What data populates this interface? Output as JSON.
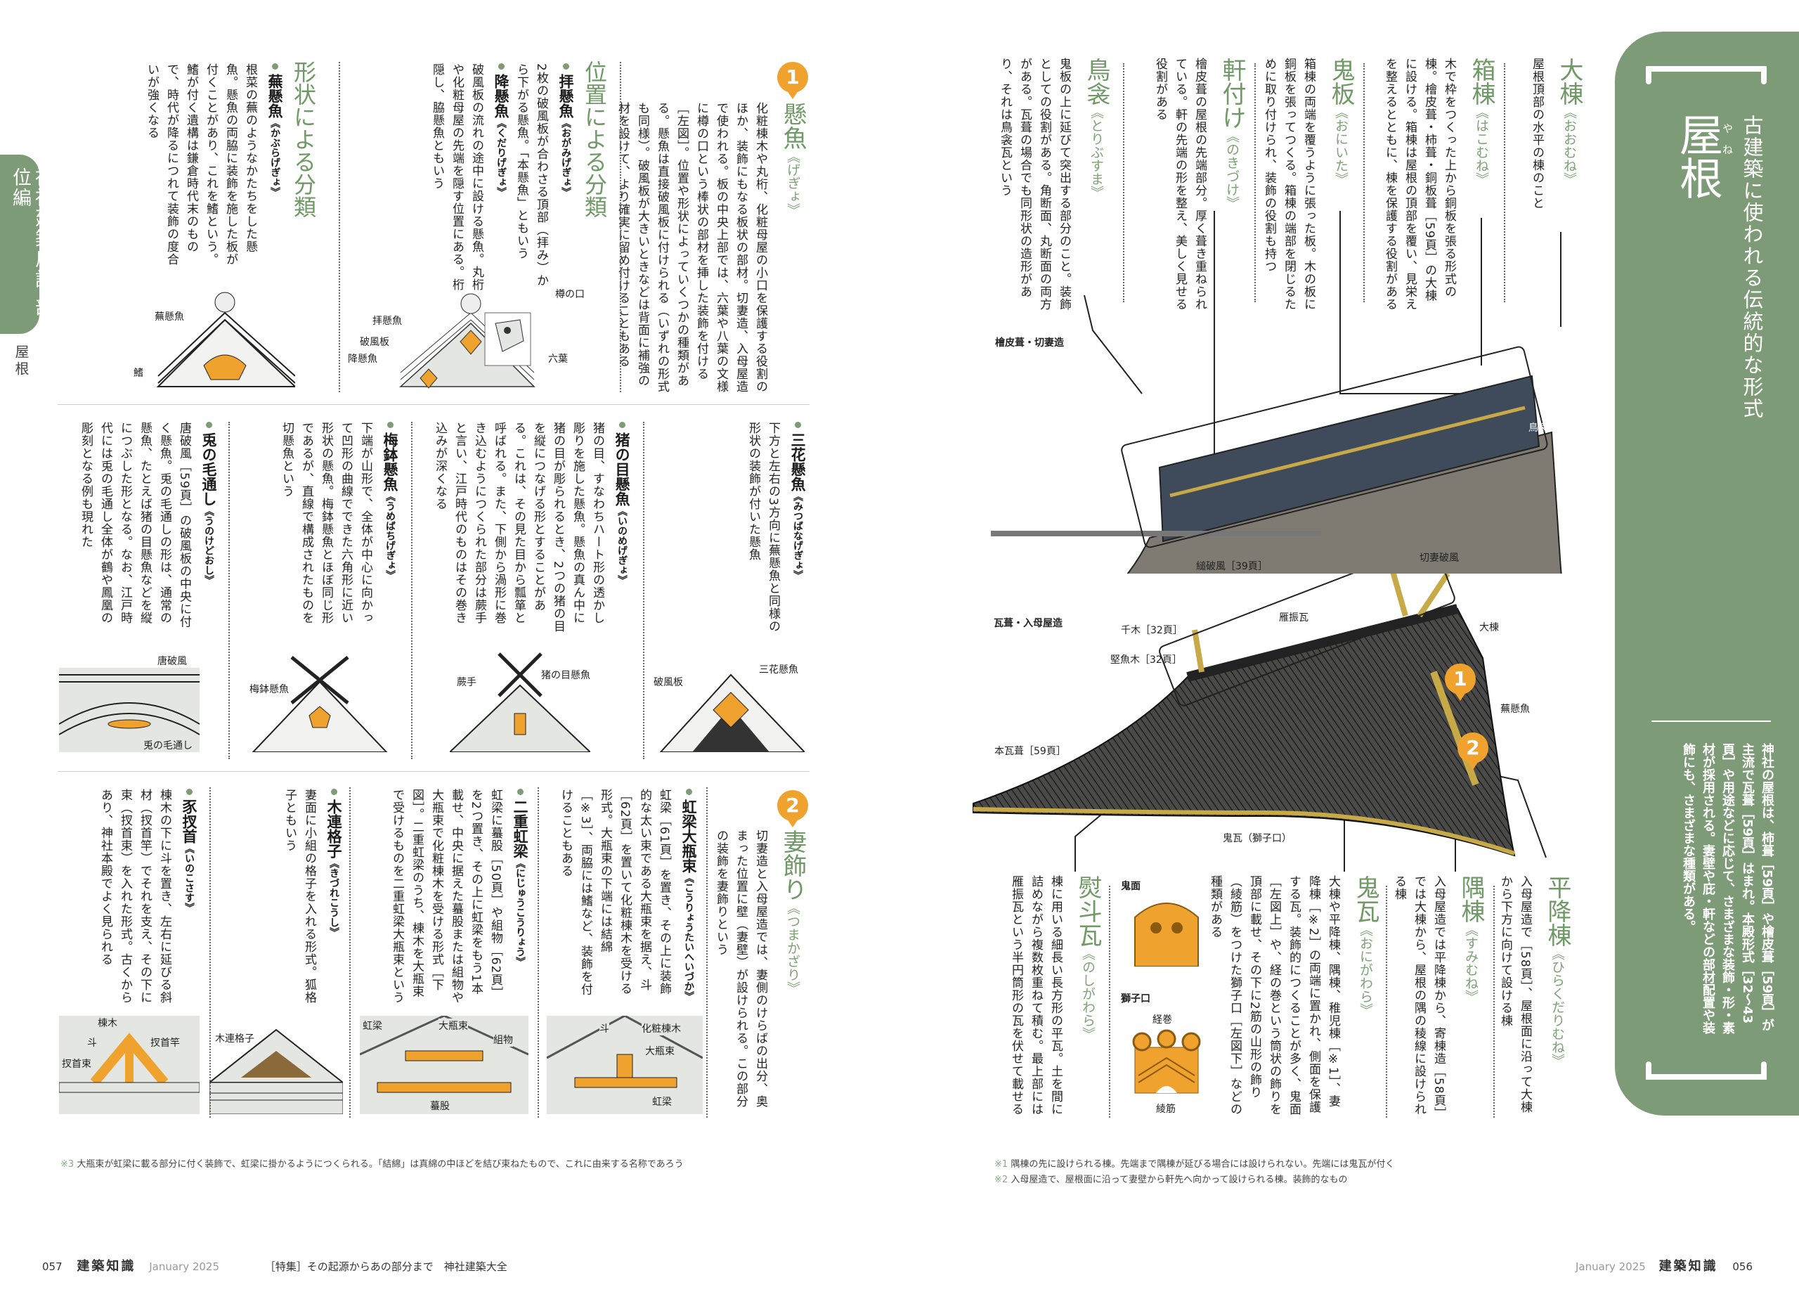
{
  "left": {
    "side_tab": {
      "label": "神社建築用語 部位編",
      "sub": "屋根"
    },
    "gegyo": {
      "number": "1",
      "title": "懸魚",
      "reading": "《げぎょ》",
      "body": "化粧棟木や丸桁、化粧母屋の小口を保護する役割のほか、装飾にもなる板状の部材。切妻造、入母屋造で使われる。板の中央上部では、六葉や八葉の文様に樽の口という棒状の部材を挿した装飾を付ける［左図］。位置や形状によっていくつかの種類がある。懸魚は直接破風板に付けられる（いずれの形式も同様）。破風板が大きいときなどは背面に補強の材を設けて、より確実に留め付けることもある"
    },
    "position_class": {
      "title": "位置による分類",
      "items": [
        {
          "title": "拝懸魚",
          "reading": "《おがみげぎょ》",
          "body": "2枚の破風板が合わさる頂部（拝み）から下がる懸魚。「本懸魚」ともいう"
        },
        {
          "title": "降懸魚",
          "reading": "《くだりげぎょ》",
          "body": "破風板の流れの途中に設ける懸魚。丸桁や化粧母屋の先端を隠す位置にある。桁隠し、脇懸魚ともいう"
        }
      ],
      "figure_labels": {
        "tarunokuchi": "樽の口",
        "ogami": "拝懸魚",
        "hafuita": "破風板",
        "kudari": "降懸魚",
        "rokuyo": "六葉"
      }
    },
    "shape_class": {
      "title": "形状による分類",
      "item": {
        "title": "蕪懸魚",
        "reading": "《かぶらげぎょ》",
        "body": "根菜の蕪のようなかたちをした懸魚。懸魚の両脇に装飾を施した板が付くことがあり、これを鰭という。鰭が付く遺構は鎌倉時代末のもので、時代が降るにつれて装飾の度合いが強くなる"
      },
      "figure_labels": {
        "kabura": "蕪懸魚",
        "hire": "鰭"
      }
    },
    "middle_items": [
      {
        "title": "三花懸魚",
        "reading": "《みつばなげぎょ》",
        "body": "下方と左右の3方向に蕪懸魚と同様の形状の装飾が付いた懸魚",
        "labels": [
          "破風板",
          "三花懸魚"
        ]
      },
      {
        "title": "猪の目懸魚",
        "reading": "《いのめげぎょ》",
        "body": "猪の目、すなわちハート形の透かし彫りを施した懸魚。懸魚の真ん中に猪の目が彫られるとき、2つの猪の目を縦につなげる形とすることがある。これは、その見た目から瓢箪と呼ばれる。また、下側から渦形に巻き込むようにつくられた部分は蕨手と言い、江戸時代のものはその巻き込みが深くなる",
        "labels": [
          "蕨手",
          "猪の目懸魚"
        ]
      },
      {
        "title": "梅鉢懸魚",
        "reading": "《うめばちげぎょ》",
        "body": "下端が山形で、全体が中心に向かって凹形の曲線でできた六角形に近い形状の懸魚。梅鉢懸魚とほぼ同じ形であるが、直線で構成されたものを切懸魚という",
        "labels": [
          "梅鉢懸魚"
        ]
      },
      {
        "title": "兎の毛通し",
        "reading": "《うのけどおし》",
        "body": "唐破風［59頁］の破風板の中央に付く懸魚。兎の毛通しの形は、通常の懸魚、たとえば猪の目懸魚などを縦につぶした形となる。なお、江戸時代には兎の毛通し全体が鶴や鳳凰の彫刻となる例も現れた",
        "labels": [
          "唐破風",
          "兎の毛通し"
        ]
      }
    ],
    "tsumakazari": {
      "number": "2",
      "title": "妻飾り",
      "reading": "《つまかざり》",
      "body": "切妻造と入母屋造では、妻側のけらばの出分、奥まった位置に壁（妻壁）が設けられる。この部分の装飾を妻飾りという"
    },
    "bottom_items": [
      {
        "title": "虹梁大瓶束",
        "reading": "《こうりょうたいへいづか》",
        "body": "虹梁［61頁］を置き、その上に装飾的な太い束である大瓶束を据え、斗［62頁］を置いて化粧棟木を受ける形式。大瓶束の下端には結綿［※3］、両脇には鰭など、装飾を付けることもある",
        "labels": [
          "斗",
          "化粧棟木",
          "大瓶束",
          "虹梁"
        ]
      },
      {
        "title": "二重虹梁",
        "reading": "《にじゅうこうりょう》",
        "body": "虹梁に蟇股［50頁］や組物［62頁］を2つ置き、その上に虹梁をもう1本載せ、中央に据えた蟇股または組物や大瓶束で化粧棟木を受ける形式［下図］。二重虹梁のうち、棟木を大瓶束で受けるものを二重虹梁大瓶束という",
        "labels": [
          "虹梁",
          "大瓶束",
          "組物",
          "蟇股"
        ]
      },
      {
        "title": "木連格子",
        "reading": "《きづれこうし》",
        "body": "妻面に小組の格子を入れる形式。狐格子ともいう",
        "labels": [
          "木連格子"
        ]
      },
      {
        "title": "豕扠首",
        "reading": "《いのこさす》",
        "body": "棟木の下に斗を置き、左右に延びる斜材（扠首竿）でそれを支え、その下に束（扠首束）を入れた形式。古くからあり、神社本殿でよく見られる",
        "labels": [
          "棟木",
          "斗",
          "扠首竿",
          "扠首束"
        ]
      }
    ],
    "footnote": {
      "mark": "※3",
      "text": "大瓶束が虹梁に載る部分に付く装飾で、虹梁に掛かるようにつくられる。「結綿」は真綿の中ほどを結び束ねたもので、これに由来する名称であろう"
    },
    "footer": {
      "page": "057",
      "magazine": "建築知識",
      "issue": "January 2025",
      "feature": "［特集］その起源からあの部分まで　神社建築大全"
    }
  },
  "right": {
    "panel": {
      "title": "屋根",
      "title_ruby": "や　ね",
      "subtitle": "古建築に使われる伝統的な形式",
      "body": "神社の屋根は、柿葺［59頁］や檜皮葺［59頁］が主流で瓦葺［59頁］はまれ。本殿形式［32～43頁］や用途などに応じて、さまざまな装飾・形・素材が採用される。妻壁や庇・軒などの部材配置や装飾にも、さまざまな種類がある。"
    },
    "top_terms": [
      {
        "title": "大棟",
        "reading": "《おおむね》",
        "body": "屋根頂部の水平の棟のこと"
      },
      {
        "title": "箱棟",
        "reading": "《はこむね》",
        "body": "木で枠をつくった上から銅板を張る形式の棟。檜皮葺・柿葺・銅板葺［59頁］の大棟に設ける。箱棟は屋根の頂部を覆い、見栄えを整えるとともに、棟を保護する役割がある"
      },
      {
        "title": "鬼板",
        "reading": "《おにいた》",
        "body": "箱棟の両端を覆うように張った板。木の板に銅板を張ってつくる。箱棟の端部を閉じるために取り付けられ、装飾の役割も持つ"
      },
      {
        "title": "軒付け",
        "reading": "《のきづけ》",
        "body": "檜皮葺の屋根の先端部分。厚く葺き重ねられている。軒の先端の形を整え、美しく見せる役割がある"
      },
      {
        "title": "鳥衾",
        "reading": "《とりぶすま》",
        "body": "鬼板の上に延びて突出する部分のこと。装飾としての役割がある。角断面、丸断面の両方がある。瓦葺の場合でも同形状の造形があり、それは鳥衾瓦という"
      }
    ],
    "figure1": {
      "caption": "檜皮葺・切妻造",
      "labels": {
        "torifusuma": "鳥衾",
        "sugaruhafu": "縋破風［39頁］",
        "kirizumahafu": "切妻破風"
      }
    },
    "figure2": {
      "caption": "瓦葺・入母屋造",
      "labels": {
        "chigi": "千木［32頁］",
        "katsuogi": "堅魚木［32頁］",
        "ganburi": "雁振瓦",
        "omune": "大棟",
        "kabura": "蕪懸魚",
        "hongawara": "本瓦葺［59頁］",
        "onigawara": "鬼瓦（獅子口）"
      },
      "badges": [
        "1",
        "2"
      ]
    },
    "bottom_terms": [
      {
        "title": "平降棟",
        "reading": "《ひらくだりむね》",
        "body": "入母屋造で［58頁］、屋根面に沿って大棟から下方に向けて設ける棟"
      },
      {
        "title": "隅棟",
        "reading": "《すみむね》",
        "body": "入母屋造では平降棟から、寄棟造［58頁］では大棟から、屋根の隅の稜線に設けられる棟"
      },
      {
        "title": "鬼瓦",
        "reading": "《おにがわら》",
        "body": "大棟や平降棟、隅棟、稚児棟［※1］、妻降棟［※2］の両端に置かれ、側面を保護する瓦。装飾的につくることが多く、鬼面［左図上］や、経の巻という筒状の飾りを頂部に載せ、その下に2筋の山形の飾り（綾筋）をつけた獅子口［左図下］などの種類がある"
      },
      {
        "title": "熨斗瓦",
        "reading": "《のしがわら》",
        "body": "棟に用いる細長い長方形の平瓦。土を間に詰めながら複数枚重ねて積む。最上部には雁振瓦という半円筒形の瓦を伏せて載せる"
      }
    ],
    "onigawara_figure": {
      "kimen": "鬼面",
      "shishiguchi": "獅子口",
      "kyonomaki": "経巻",
      "ayasuji": "綾筋"
    },
    "footnotes": [
      {
        "mark": "※1",
        "text": "隅棟の先に設けられる棟。先端まで隅棟が延びる場合には設けられない。先端には鬼瓦が付く"
      },
      {
        "mark": "※2",
        "text": "入母屋造で、屋根面に沿って妻壁から軒先へ向かって設けられる棟。装飾的なもの"
      }
    ],
    "footer": {
      "issue": "January 2025",
      "magazine": "建築知識",
      "page": "056"
    }
  },
  "colors": {
    "green": "#7d9b76",
    "heading_green": "#6f9a66",
    "badge_orange": "#efa22e"
  }
}
